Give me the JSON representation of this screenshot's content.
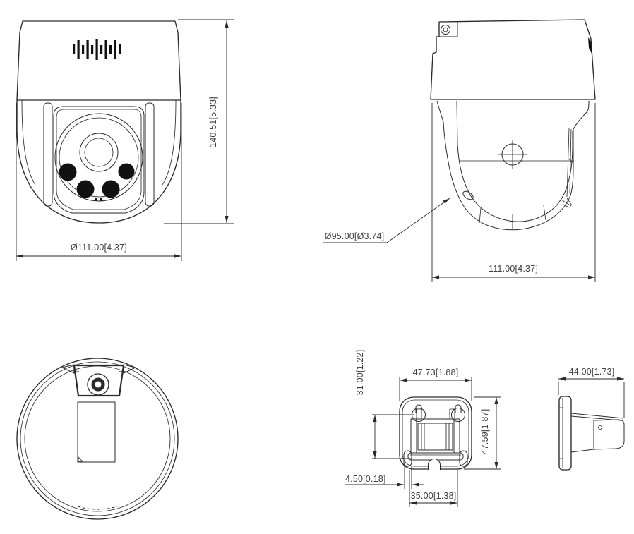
{
  "drawing": {
    "background": "#ffffff",
    "line_color": "#2a2a2a",
    "text_color": "#3f3f3f",
    "fill_black": "#111111",
    "views": {
      "front": {
        "label_width": "Ø111.00[4.37]",
        "label_height": "140.51[5.33]"
      },
      "side": {
        "label_dome_diameter": "Ø95.00[Ø3.74]",
        "label_width": "111.00[4.37]"
      },
      "bracket_front": {
        "label_top_width": "47.73[1.88]",
        "label_hole_offset": "31.00[1.22]",
        "label_height": "47.59[1.87]",
        "label_slot_width": "4.50[0.18]",
        "label_slot_spacing": "35.00[1.38]"
      },
      "bracket_side": {
        "label_depth": "44.00[1.73]"
      }
    }
  }
}
